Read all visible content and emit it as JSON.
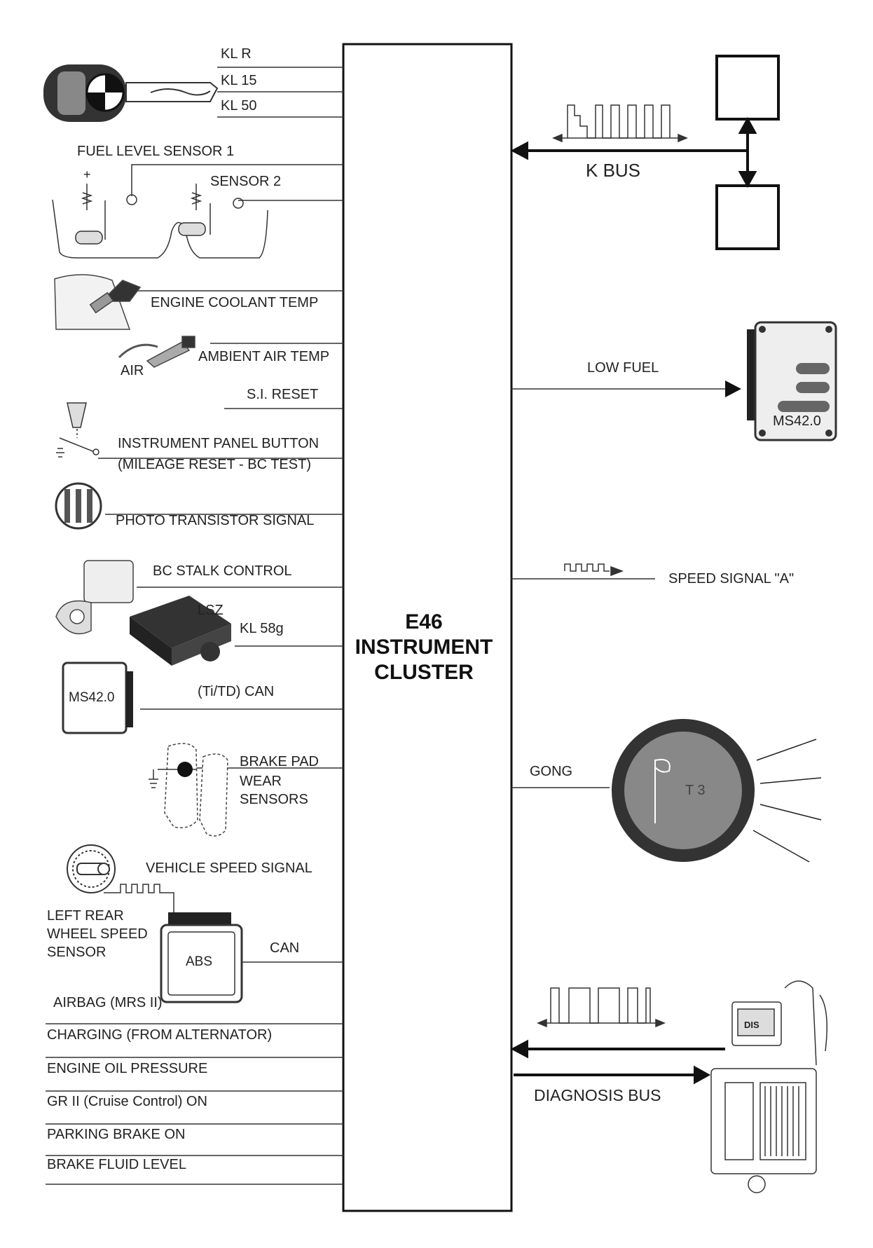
{
  "cluster": {
    "line1": "E46",
    "line2": "INSTRUMENT",
    "line3": "CLUSTER"
  },
  "inputs": {
    "kl_r": "KL R",
    "kl_15": "KL 15",
    "kl_50": "KL 50",
    "fuel_sensor_1": "FUEL LEVEL SENSOR 1",
    "fuel_sensor_2": "SENSOR 2",
    "coolant_temp": "ENGINE COOLANT TEMP",
    "air": "AIR",
    "ambient_air_temp": "AMBIENT AIR TEMP",
    "si_reset": "S.I. RESET",
    "panel_button": "INSTRUMENT PANEL BUTTON",
    "panel_button_sub": "(MILEAGE RESET - BC TEST)",
    "photo_transistor": "PHOTO TRANSISTOR SIGNAL",
    "bc_stalk": "BC STALK CONTROL",
    "lsz": "LSZ",
    "kl_58g": "KL 58g",
    "ms42_left": "MS42.0",
    "can_ti_td": "(Ti/TD) CAN",
    "brake_pad_1": "BRAKE PAD",
    "brake_pad_2": "WEAR",
    "brake_pad_3": "SENSORS",
    "vehicle_speed": "VEHICLE SPEED SIGNAL",
    "left_rear_1": "LEFT REAR",
    "left_rear_2": "WHEEL SPEED",
    "left_rear_3": "SENSOR",
    "abs": "ABS",
    "can": "CAN",
    "airbag": "AIRBAG (MRS II)",
    "charging": "CHARGING (FROM ALTERNATOR)",
    "oil_pressure": "ENGINE OIL PRESSURE",
    "cruise": "GR II (Cruise Control) ON",
    "parking_brake": "PARKING BRAKE ON",
    "brake_fluid": "BRAKE FLUID LEVEL"
  },
  "outputs": {
    "k_bus": "K BUS",
    "low_fuel": "LOW FUEL",
    "ms42_right": "MS42.0",
    "speed_signal_a": "SPEED SIGNAL \"A\"",
    "gong": "GONG",
    "gong_t3": "T 3",
    "diagnosis_bus": "DIAGNOSIS BUS",
    "dis": "DIS"
  }
}
